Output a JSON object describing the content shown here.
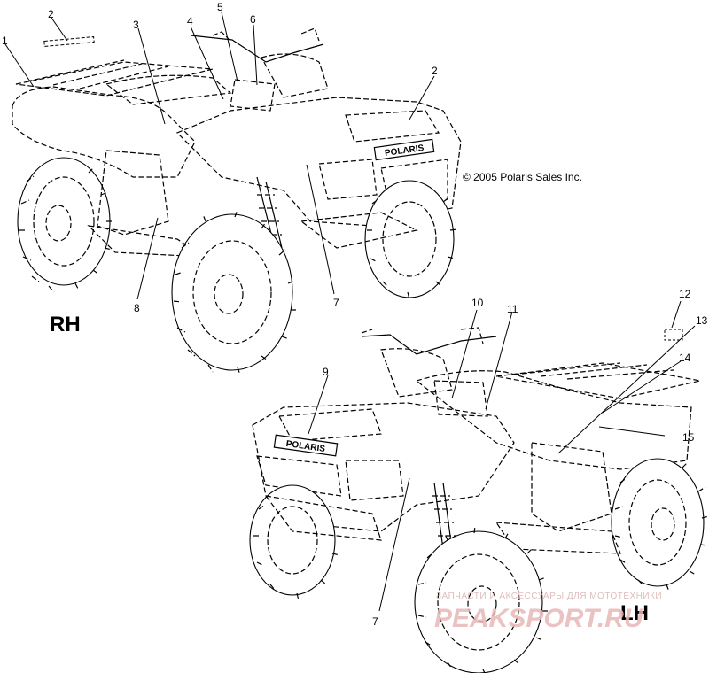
{
  "copyright": "© 2005 Polaris Sales Inc.",
  "views": {
    "right": {
      "label": "RH"
    },
    "left": {
      "label": "LH"
    }
  },
  "brand_decal_text": "POLARIS",
  "callouts": {
    "c1": "1",
    "c2a": "2",
    "c2b": "2",
    "c3": "3",
    "c4": "4",
    "c5": "5",
    "c6": "6",
    "c7a": "7",
    "c7b": "7",
    "c8": "8",
    "c9": "9",
    "c10": "10",
    "c11": "11",
    "c12": "12",
    "c13": "13",
    "c14": "14",
    "c15": "15"
  },
  "watermark": {
    "line1": "ЗАПЧАСТИ И АКСЕССУАРЫ ДЛЯ МОТОТЕХНИКИ",
    "line2": "PEAKSPORT.RU"
  }
}
